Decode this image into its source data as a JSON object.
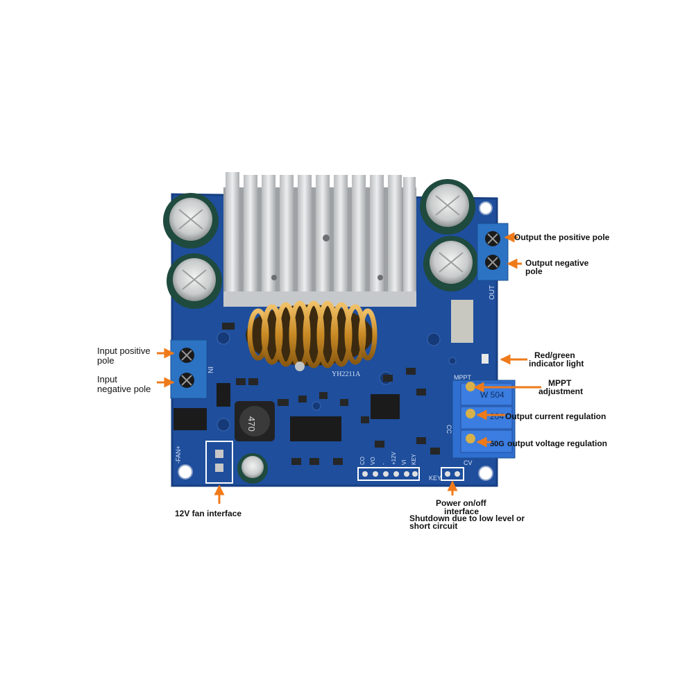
{
  "board": {
    "model_marking": "YH2211A",
    "inductor_marking": "470",
    "pot_marking_1": "W 504",
    "pot_marking_2": "204",
    "pot_marking_3": "50G",
    "silk_out": "OUT",
    "silk_in": "IN",
    "silk_fan": "-FAN+",
    "silk_key": "KEY",
    "silk_cv": "CV",
    "silk_cc": "CC",
    "silk_mppt": "MPPT",
    "silk_header": [
      "CO",
      "VO",
      "-",
      "+12V",
      "VI",
      "KEY"
    ]
  },
  "labels": {
    "out_pos": "Output the positive pole",
    "out_neg_1": "Output negative",
    "out_neg_2": "pole",
    "in_pos_1": "Input positive",
    "in_pos_2": "pole",
    "in_neg_1": "Input",
    "in_neg_2": "negative pole",
    "led_1": "Red/green",
    "led_2": "indicator light",
    "mppt_1": "MPPT",
    "mppt_2": "adjustment",
    "current": "Output current regulation",
    "voltage": "output voltage regulation",
    "fan": "12V fan interface",
    "power_1": "Power on/off",
    "power_2": "interface",
    "power_3": "Shutdown due to low level or",
    "power_4": "short circuit"
  },
  "colors": {
    "pcb": "#1e4e9c",
    "arrow": "#ef7a1a",
    "heatsink": "#d3d6d8",
    "terminal": "#2c73c4",
    "coil": "#c9922e",
    "capacitor": "#1f4a3e"
  }
}
